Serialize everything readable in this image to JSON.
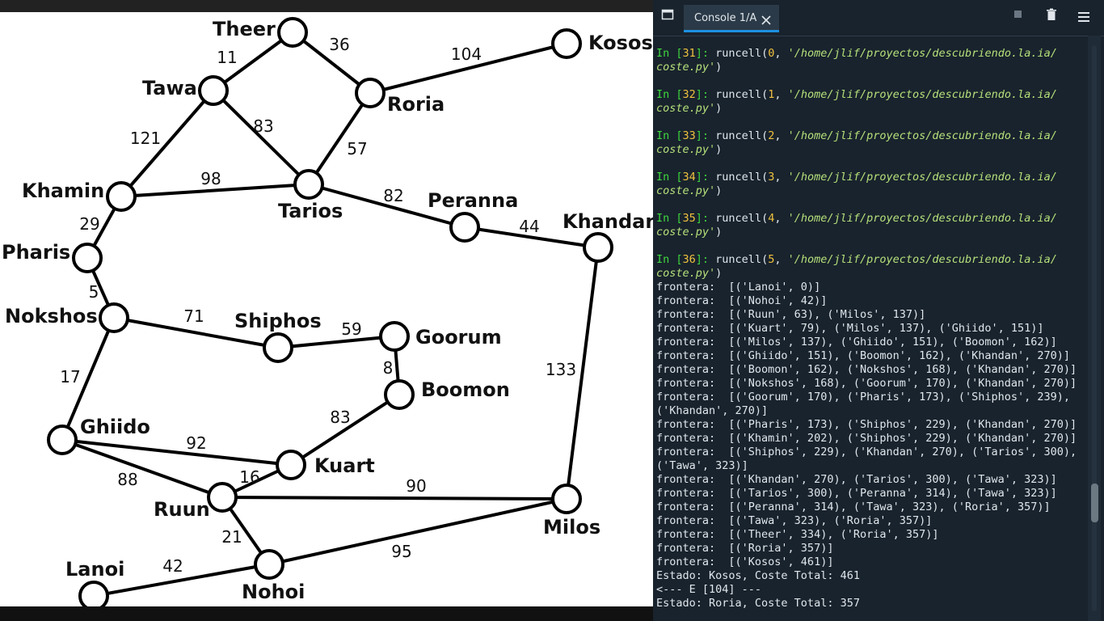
{
  "graph": {
    "nodes": [
      {
        "id": "Theer",
        "label": "Theer"
      },
      {
        "id": "Kosos",
        "label": "Kosos"
      },
      {
        "id": "Tawa",
        "label": "Tawa"
      },
      {
        "id": "Roria",
        "label": "Roria"
      },
      {
        "id": "Khamin",
        "label": "Khamin"
      },
      {
        "id": "Tarios",
        "label": "Tarios"
      },
      {
        "id": "Peranna",
        "label": "Peranna"
      },
      {
        "id": "Khandan",
        "label": "Khandan"
      },
      {
        "id": "Pharis",
        "label": "Pharis"
      },
      {
        "id": "Nokshos",
        "label": "Nokshos"
      },
      {
        "id": "Shiphos",
        "label": "Shiphos"
      },
      {
        "id": "Goorum",
        "label": "Goorum"
      },
      {
        "id": "Boomon",
        "label": "Boomon"
      },
      {
        "id": "Ghiido",
        "label": "Ghiido"
      },
      {
        "id": "Kuart",
        "label": "Kuart"
      },
      {
        "id": "Ruun",
        "label": "Ruun"
      },
      {
        "id": "Milos",
        "label": "Milos"
      },
      {
        "id": "Nohoi",
        "label": "Nohoi"
      },
      {
        "id": "Lanoi",
        "label": "Lanoi"
      }
    ],
    "edges": [
      {
        "from": "Tawa",
        "to": "Theer",
        "weight": "11"
      },
      {
        "from": "Theer",
        "to": "Roria",
        "weight": "36"
      },
      {
        "from": "Roria",
        "to": "Kosos",
        "weight": "104"
      },
      {
        "from": "Tawa",
        "to": "Khamin",
        "weight": "121"
      },
      {
        "from": "Tawa",
        "to": "Tarios",
        "weight": "83"
      },
      {
        "from": "Roria",
        "to": "Tarios",
        "weight": "57"
      },
      {
        "from": "Khamin",
        "to": "Tarios",
        "weight": "98"
      },
      {
        "from": "Tarios",
        "to": "Peranna",
        "weight": "82"
      },
      {
        "from": "Peranna",
        "to": "Khandan",
        "weight": "44"
      },
      {
        "from": "Khamin",
        "to": "Pharis",
        "weight": "29"
      },
      {
        "from": "Pharis",
        "to": "Nokshos",
        "weight": "5"
      },
      {
        "from": "Nokshos",
        "to": "Shiphos",
        "weight": "71"
      },
      {
        "from": "Shiphos",
        "to": "Goorum",
        "weight": "59"
      },
      {
        "from": "Goorum",
        "to": "Boomon",
        "weight": "8"
      },
      {
        "from": "Khandan",
        "to": "Milos",
        "weight": "133"
      },
      {
        "from": "Nokshos",
        "to": "Ghiido",
        "weight": "17"
      },
      {
        "from": "Boomon",
        "to": "Kuart",
        "weight": "83"
      },
      {
        "from": "Ghiido",
        "to": "Kuart",
        "weight": "92"
      },
      {
        "from": "Ghiido",
        "to": "Ruun",
        "weight": "88"
      },
      {
        "from": "Ruun",
        "to": "Kuart",
        "weight": "16"
      },
      {
        "from": "Ruun",
        "to": "Milos",
        "weight": "90"
      },
      {
        "from": "Ruun",
        "to": "Nohoi",
        "weight": "21"
      },
      {
        "from": "Nohoi",
        "to": "Milos",
        "weight": "95"
      },
      {
        "from": "Lanoi",
        "to": "Nohoi",
        "weight": "42"
      }
    ]
  },
  "console": {
    "tab_label": "Console 1/A",
    "icons": {
      "browse": "folder-tab-icon",
      "close": "close-icon",
      "stop": "stop-icon",
      "trash": "trash-icon",
      "menu": "hamburger-menu-icon"
    },
    "cells": [
      {
        "prompt": "In [",
        "num": "31",
        "prompt_end": "]: ",
        "call": "runcell(",
        "arg": "0",
        "sep": ", ",
        "path1": "'/home/jlif/proyectos/descubriendo.la.ia/",
        "path2": "coste.py'",
        "close": ")"
      },
      {
        "prompt": "In [",
        "num": "32",
        "prompt_end": "]: ",
        "call": "runcell(",
        "arg": "1",
        "sep": ", ",
        "path1": "'/home/jlif/proyectos/descubriendo.la.ia/",
        "path2": "coste.py'",
        "close": ")"
      },
      {
        "prompt": "In [",
        "num": "33",
        "prompt_end": "]: ",
        "call": "runcell(",
        "arg": "2",
        "sep": ", ",
        "path1": "'/home/jlif/proyectos/descubriendo.la.ia/",
        "path2": "coste.py'",
        "close": ")"
      },
      {
        "prompt": "In [",
        "num": "34",
        "prompt_end": "]: ",
        "call": "runcell(",
        "arg": "3",
        "sep": ", ",
        "path1": "'/home/jlif/proyectos/descubriendo.la.ia/",
        "path2": "coste.py'",
        "close": ")"
      },
      {
        "prompt": "In [",
        "num": "35",
        "prompt_end": "]: ",
        "call": "runcell(",
        "arg": "4",
        "sep": ", ",
        "path1": "'/home/jlif/proyectos/descubriendo.la.ia/",
        "path2": "coste.py'",
        "close": ")"
      },
      {
        "prompt": "In [",
        "num": "36",
        "prompt_end": "]: ",
        "call": "runcell(",
        "arg": "5",
        "sep": ", ",
        "path1": "'/home/jlif/proyectos/descubriendo.la.ia/",
        "path2": "coste.py'",
        "close": ")"
      }
    ],
    "output_lines": [
      "frontera:  [('Lanoi', 0)]",
      "frontera:  [('Nohoi', 42)]",
      "frontera:  [('Ruun', 63), ('Milos', 137)]",
      "frontera:  [('Kuart', 79), ('Milos', 137), ('Ghiido', 151)]",
      "frontera:  [('Milos', 137), ('Ghiido', 151), ('Boomon', 162)]",
      "frontera:  [('Ghiido', 151), ('Boomon', 162), ('Khandan', 270)]",
      "frontera:  [('Boomon', 162), ('Nokshos', 168), ('Khandan', 270)]",
      "frontera:  [('Nokshos', 168), ('Goorum', 170), ('Khandan', 270)]",
      "frontera:  [('Goorum', 170), ('Pharis', 173), ('Shiphos', 239),",
      "('Khandan', 270)]",
      "frontera:  [('Pharis', 173), ('Shiphos', 229), ('Khandan', 270)]",
      "frontera:  [('Khamin', 202), ('Shiphos', 229), ('Khandan', 270)]",
      "frontera:  [('Shiphos', 229), ('Khandan', 270), ('Tarios', 300),",
      "('Tawa', 323)]",
      "frontera:  [('Khandan', 270), ('Tarios', 300), ('Tawa', 323)]",
      "frontera:  [('Tarios', 300), ('Peranna', 314), ('Tawa', 323)]",
      "frontera:  [('Peranna', 314), ('Tawa', 323), ('Roria', 357)]",
      "frontera:  [('Tawa', 323), ('Roria', 357)]",
      "frontera:  [('Theer', 334), ('Roria', 357)]",
      "frontera:  [('Roria', 357)]",
      "frontera:  [('Kosos', 461)]",
      "Estado: Kosos, Coste Total: 461",
      "<--- E [104] ---",
      "Estado: Roria, Coste Total: 357"
    ],
    "colors": {
      "background": "#19232d",
      "prompt": "#3ed63e",
      "number": "#f0c23e",
      "string": "#b5e07a",
      "text": "#dfe6ec",
      "tab_accent": "#1d90e0"
    }
  }
}
